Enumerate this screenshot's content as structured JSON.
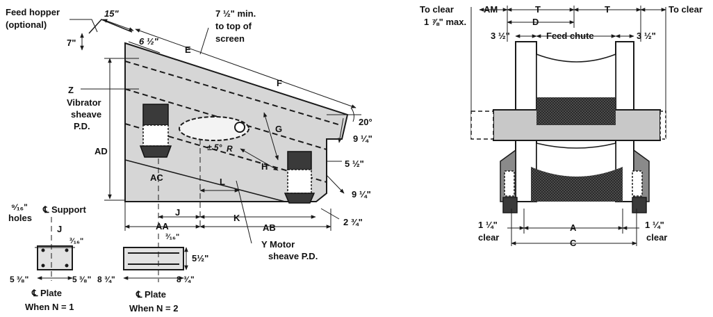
{
  "side_view": {
    "feed_hopper": "Feed hopper",
    "optional": "(optional)",
    "dim_15": "15\"",
    "dim_7": "7\"",
    "dim_6_5": "6 ½\"",
    "min_line1": "7 ½\" min.",
    "min_line2": "to top of",
    "min_line3": "screen",
    "E": "E",
    "F": "F",
    "Z": "Z",
    "vib_line1": "Vibrator",
    "vib_line2": "sheave",
    "vib_line3": "P.D.",
    "angle_20": "20°",
    "dim_9q_a": "9 ¼\"",
    "dim_5h": "5 ½\"",
    "dim_9q_b": "9 ¼\"",
    "dim_2tq": "2 ¾\"",
    "G": "G",
    "R": "R",
    "pm5": "± 5°",
    "H": "H",
    "L": "L",
    "AD": "AD",
    "AC": "AC",
    "J": "J",
    "K": "K",
    "AA": "AA",
    "AB": "AB",
    "y_line1": "Y Motor",
    "y_line2": "sheave P.D."
  },
  "plate_n1": {
    "holes_size": "⁹⁄₁₆\"",
    "holes": "holes",
    "support": "℄ Support",
    "J": "J",
    "dim_316": "³⁄₁₆\"",
    "left": "5 ³⁄₈\"",
    "right": "5 ³⁄₈\"",
    "plate": "℄ Plate",
    "when": "When N = 1"
  },
  "plate_n2": {
    "dim_316": "³⁄₁₆\"",
    "dim_5h": "5½\"",
    "left": "8 ¾\"",
    "right": "8 ¾\"",
    "plate": "℄ Plate",
    "when": "When N = 2"
  },
  "end_view": {
    "to_clear_left": "To clear",
    "AM": "AM",
    "T1": "T",
    "T2": "T",
    "to_clear_right": "To clear",
    "max": "1 ⅞\" max.",
    "D": "D",
    "left_3h": "3 ½\"",
    "feed_chute": "Feed chute",
    "right_3h": "3 ½\"",
    "clear_left_num": "1 ¼\"",
    "clear_left": "clear",
    "A": "A",
    "clear_right_num": "1 ¼\"",
    "clear_right": "clear",
    "C": "C"
  }
}
